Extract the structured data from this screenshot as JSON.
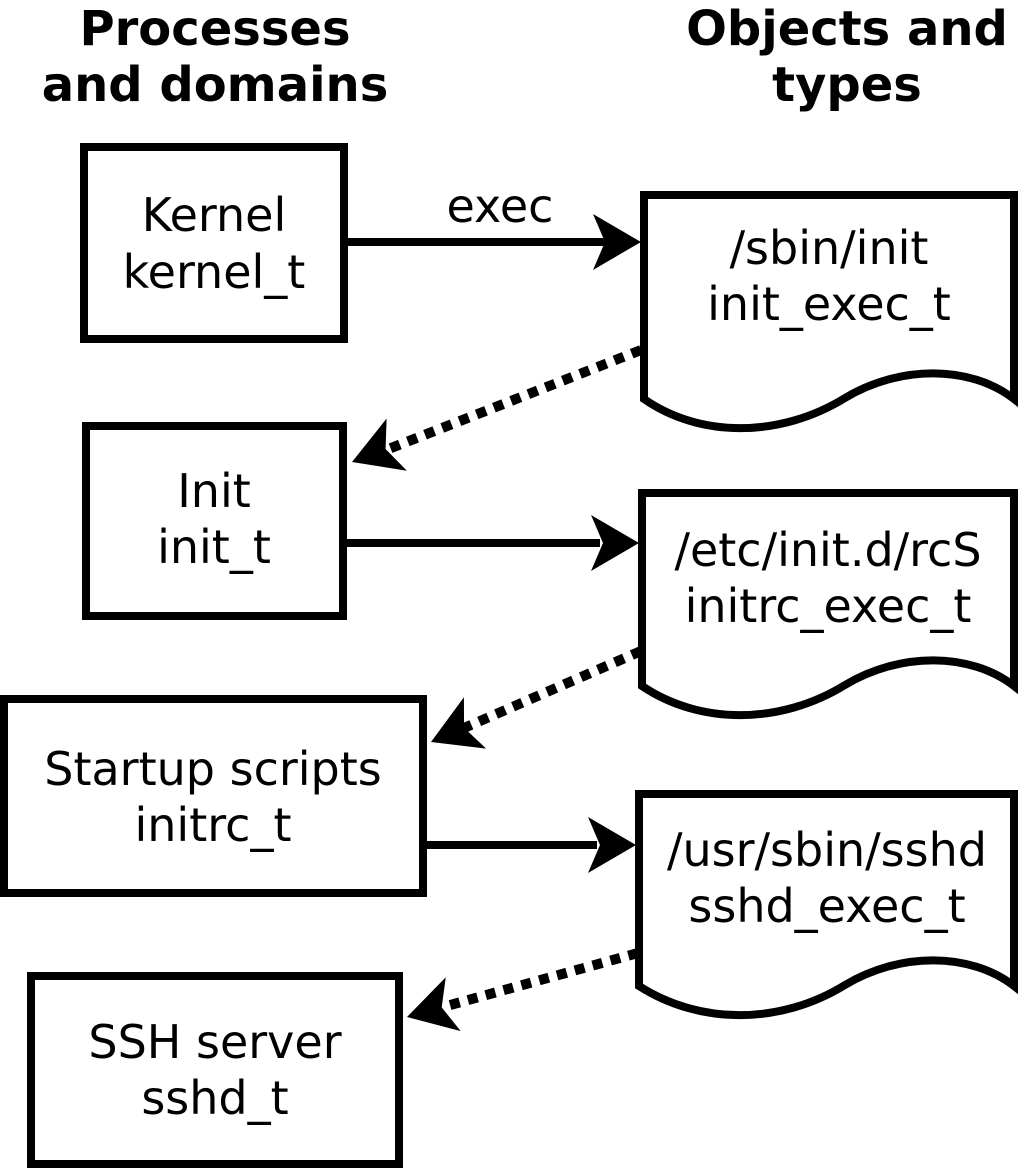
{
  "diagram": {
    "colors": {
      "ink": "#000000",
      "paper": "#ffffff"
    },
    "headers": {
      "left": {
        "line1": "Processes",
        "line2": "and domains"
      },
      "right": {
        "line1": "Objects and",
        "line2": "types"
      }
    },
    "processes": [
      {
        "label": "Kernel",
        "domain": "kernel_t"
      },
      {
        "label": "Init",
        "domain": "init_t"
      },
      {
        "label": "Startup scripts",
        "domain": "initrc_t"
      },
      {
        "label": "SSH server",
        "domain": "sshd_t"
      }
    ],
    "objects": [
      {
        "path": "/sbin/init",
        "type": "init_exec_t"
      },
      {
        "path": "/etc/init.d/rcS",
        "type": "initrc_exec_t"
      },
      {
        "path": "/usr/sbin/sshd",
        "type": "sshd_exec_t"
      }
    ],
    "arrows": {
      "exec_label": "exec"
    }
  }
}
